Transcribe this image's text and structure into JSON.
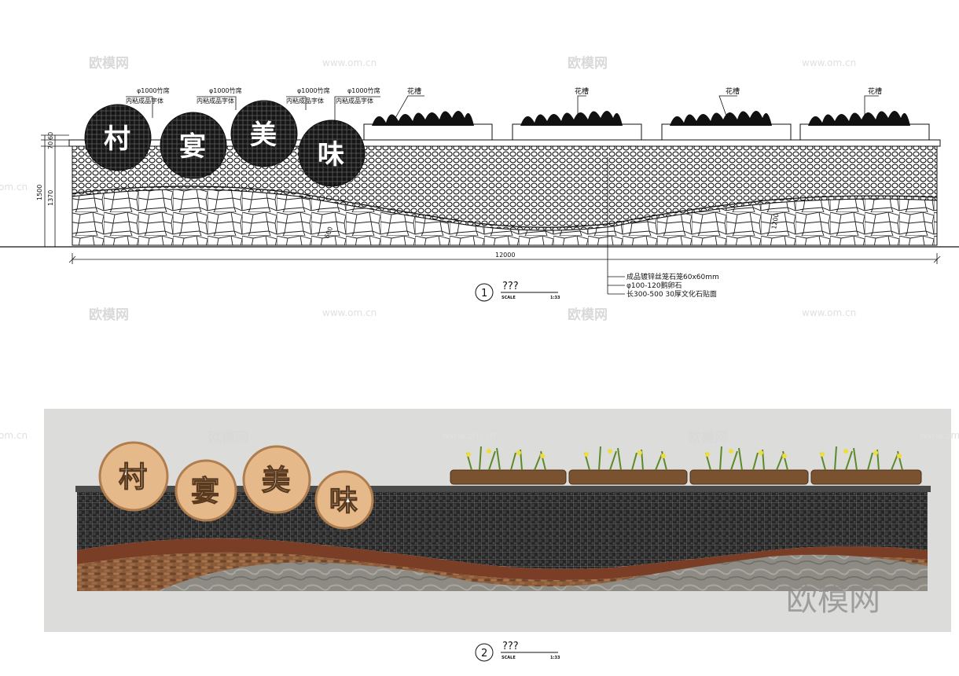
{
  "watermarks": {
    "brand": "欧模网",
    "url": "www.om.cn",
    "url_partial": "om.cn"
  },
  "elevation_drawing": {
    "signage_chars": [
      "村",
      "宴",
      "美",
      "味"
    ],
    "sign_notes": [
      {
        "line1": "φ1000竹席",
        "line2": "内粘成品字体"
      },
      {
        "line1": "φ1000竹席",
        "line2": "内粘成品字体"
      },
      {
        "line1": "φ1000竹席",
        "line2": "内粘成品字体"
      },
      {
        "line1": "φ1000竹席",
        "line2": "内粘成品字体"
      }
    ],
    "planter_label": "花槽",
    "dimensions": {
      "total_height": "1500",
      "wall_height": "1370",
      "cap_a": "60",
      "cap_b": "70",
      "total_length": "12000",
      "diag_left": "600",
      "diag_right": "1200"
    },
    "material_notes": [
      "成品镀锌丝笼石笼60x60mm",
      "φ100-120鹅卵石",
      "长300-500 30厚文化石贴面"
    ],
    "title": {
      "number": "1",
      "name": "???",
      "scale_label": "SCALE",
      "scale_value": "1:33"
    }
  },
  "render_view": {
    "signage_chars": [
      "村",
      "宴",
      "美",
      "味"
    ],
    "title": {
      "number": "2",
      "name": "???",
      "scale_label": "SCALE",
      "scale_value": "1:33"
    }
  },
  "colors": {
    "rock_dark": "#2a2a2a",
    "wood_disc": "#e6b98a",
    "stone_band": "#8a5a3a",
    "base_stone": "#9a9890",
    "panel_bg": "#dcdcda"
  }
}
